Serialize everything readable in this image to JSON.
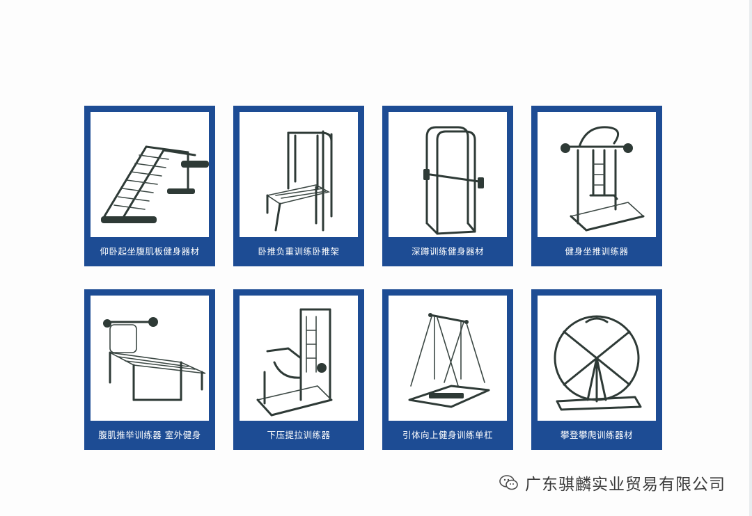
{
  "products": [
    {
      "label": "仰卧起坐腹肌板健身器材",
      "icon": "sit-up-bench-icon"
    },
    {
      "label": "卧推负重训练卧推架",
      "icon": "bench-press-rack-icon"
    },
    {
      "label": "深蹲训练健身器材",
      "icon": "squat-rack-icon"
    },
    {
      "label": "健身坐推训练器",
      "icon": "seated-press-icon"
    },
    {
      "label": "腹肌推举训练器 室外健身",
      "icon": "ab-press-bench-icon"
    },
    {
      "label": "下压提拉训练器",
      "icon": "pulldown-trainer-icon"
    },
    {
      "label": "引体向上健身训练单杠",
      "icon": "pull-up-bar-icon"
    },
    {
      "label": "攀登攀爬训练器材",
      "icon": "climbing-wheel-icon"
    }
  ],
  "footer": {
    "company": "广东骐麟实业贸易有限公司",
    "icon": "wechat-icon"
  },
  "colors": {
    "card_blue": "#1d4c94",
    "equipment": "#2e3a36"
  }
}
